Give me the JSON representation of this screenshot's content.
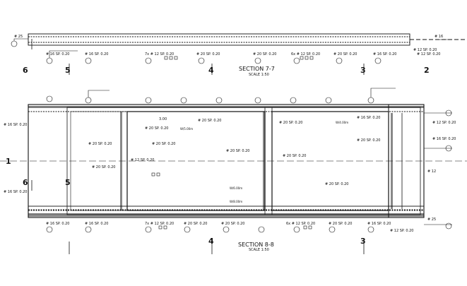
{
  "drawing": {
    "section_top": {
      "title": "SECTION 7-7",
      "scale": "SCALE 1:50"
    },
    "section_bottom": {
      "title": "SECTION 8-8",
      "scale": "SCALE 1:50"
    },
    "grid_marks": [
      "6",
      "5",
      "4",
      "3",
      "2",
      "1"
    ],
    "top_labels": [
      "# 16 SP. 0.20",
      "# 16 SP. 0.20",
      "7x # 12 SP. 0.20",
      "# 20 SP. 0.20",
      "# 20 SP. 0.20",
      "6x # 12 SP. 0.20",
      "# 20 SP. 0.20",
      "# 16 SP. 0.20",
      "# 12 SP. 0.20"
    ],
    "bottom_labels": [
      "# 16 SP. 0.20",
      "# 16 SP. 0.20",
      "7x # 12 SP. 0.20",
      "# 20 SP. 0.20",
      "# 20 SP. 0.20",
      "6x # 12 SP. 0.20",
      "# 20 SP. 0.20",
      "# 16 SP. 0.20",
      "# 12 SP. 0.20"
    ],
    "inner_labels": [
      "# 20 SP. 0.20",
      "# 20 SP. 0.20",
      "# 20 SP. 0.20",
      "# 20 SP. 0.20",
      "# 20 SP. 0.20",
      "# 12 SP. 0.20",
      "# 20 SP. 0.20",
      "# 20 SP. 0.20",
      "# 20 SP. 0.20",
      "# 20 SP. 0.20",
      "# 16 SP. 0.20",
      "# 20 SP. 0.20"
    ],
    "side_labels": [
      "# 12 SP. 0.20",
      "# 16 SP. 0.20",
      "# 16 SP. 0.20",
      "# 12 SP. 0.20",
      "# 16 SP. 0.20"
    ],
    "bar_tags": [
      "# 25",
      "# 16",
      "# 12",
      "# 25"
    ],
    "marks": [
      "W/5.00m",
      "W/4.00m",
      "W/6.00m",
      "W/8.00m"
    ],
    "dim": "3.00"
  }
}
